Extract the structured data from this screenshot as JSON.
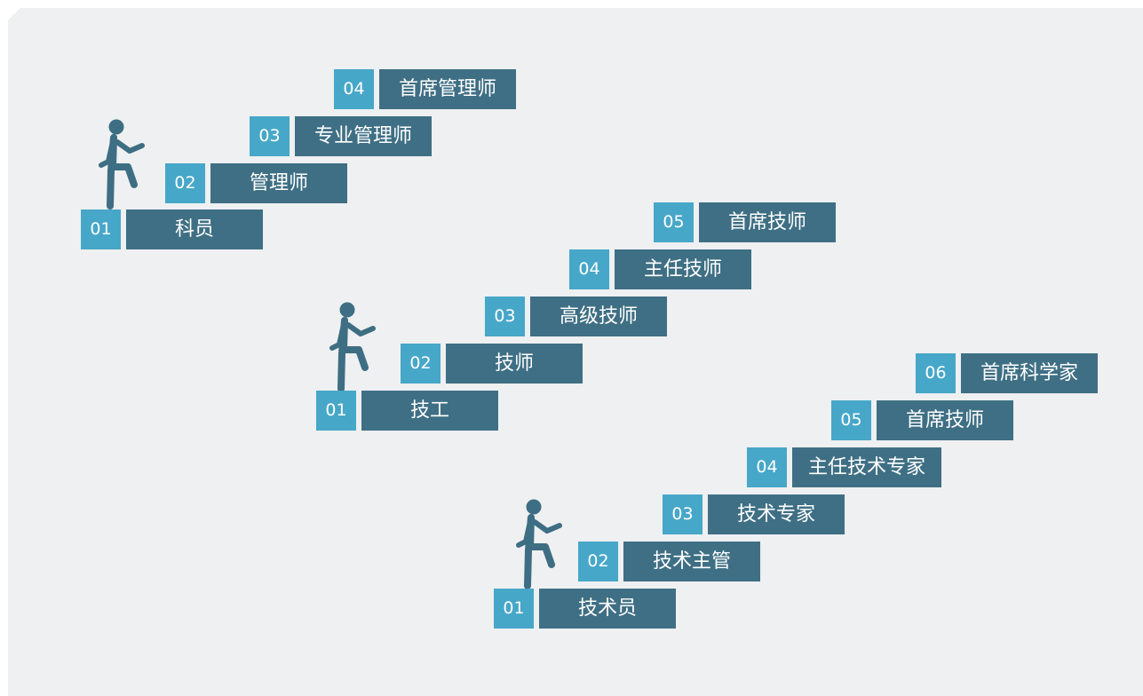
{
  "colors": {
    "background": "#eef0f1",
    "number_box": "#47a7c8",
    "label_box": "#3f6f84",
    "figure": "#3e6e83",
    "text": "#ffffff"
  },
  "icons": [
    "climbing-person-icon"
  ],
  "ladders": [
    {
      "name": "management",
      "steps": [
        {
          "num": "01",
          "label": "科员"
        },
        {
          "num": "02",
          "label": "管理师"
        },
        {
          "num": "03",
          "label": "专业管理师"
        },
        {
          "num": "04",
          "label": "首席管理师"
        }
      ]
    },
    {
      "name": "skills",
      "steps": [
        {
          "num": "01",
          "label": "技工"
        },
        {
          "num": "02",
          "label": "技师"
        },
        {
          "num": "03",
          "label": "高级技师"
        },
        {
          "num": "04",
          "label": "主任技师"
        },
        {
          "num": "05",
          "label": "首席技师"
        }
      ]
    },
    {
      "name": "technical",
      "steps": [
        {
          "num": "01",
          "label": "技术员"
        },
        {
          "num": "02",
          "label": "技术主管"
        },
        {
          "num": "03",
          "label": "技术专家"
        },
        {
          "num": "04",
          "label": "主任技术专家"
        },
        {
          "num": "05",
          "label": "首席技师"
        },
        {
          "num": "06",
          "label": "首席科学家"
        }
      ]
    }
  ]
}
